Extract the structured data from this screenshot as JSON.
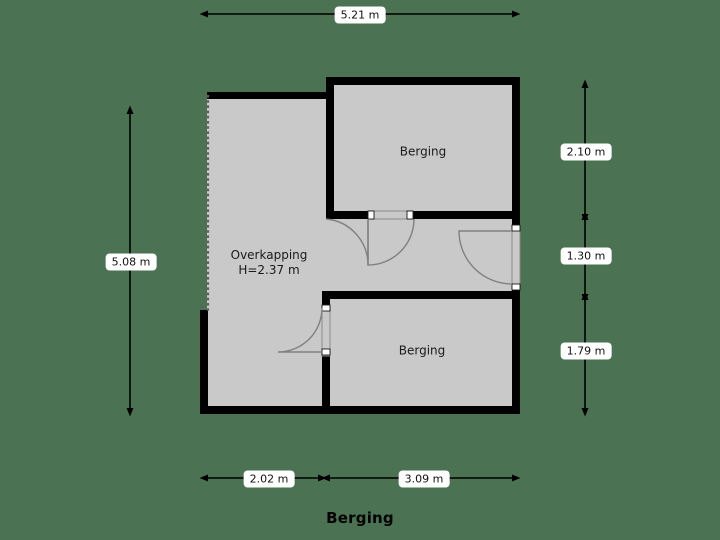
{
  "page": {
    "title": "Berging",
    "background_color": "#4a7253",
    "floor_fill_color": "#c9c9c9",
    "wall_color": "#000000",
    "door_line_color": "#777777",
    "label_text_color": "#1a1a1a",
    "dimension_label_bg": "#ffffff"
  },
  "dimensions": {
    "top": [
      {
        "value": "5.21 m"
      }
    ],
    "left": [
      {
        "value": "5.08 m"
      }
    ],
    "right": [
      {
        "value": "2.10 m"
      },
      {
        "value": "1.30 m"
      },
      {
        "value": "1.79 m"
      }
    ],
    "bottom": [
      {
        "value": "2.02 m"
      },
      {
        "value": "3.09 m"
      }
    ]
  },
  "rooms": [
    {
      "name": "Overkapping",
      "label": "Overkapping",
      "sublabel": "H=2.37 m"
    },
    {
      "name": "berging-upper",
      "label": "Berging",
      "sublabel": ""
    },
    {
      "name": "berging-lower",
      "label": "Berging",
      "sublabel": ""
    }
  ],
  "doors": [
    {
      "name": "door-upper-berging"
    },
    {
      "name": "door-right-exterior"
    },
    {
      "name": "door-lower-berging"
    }
  ]
}
